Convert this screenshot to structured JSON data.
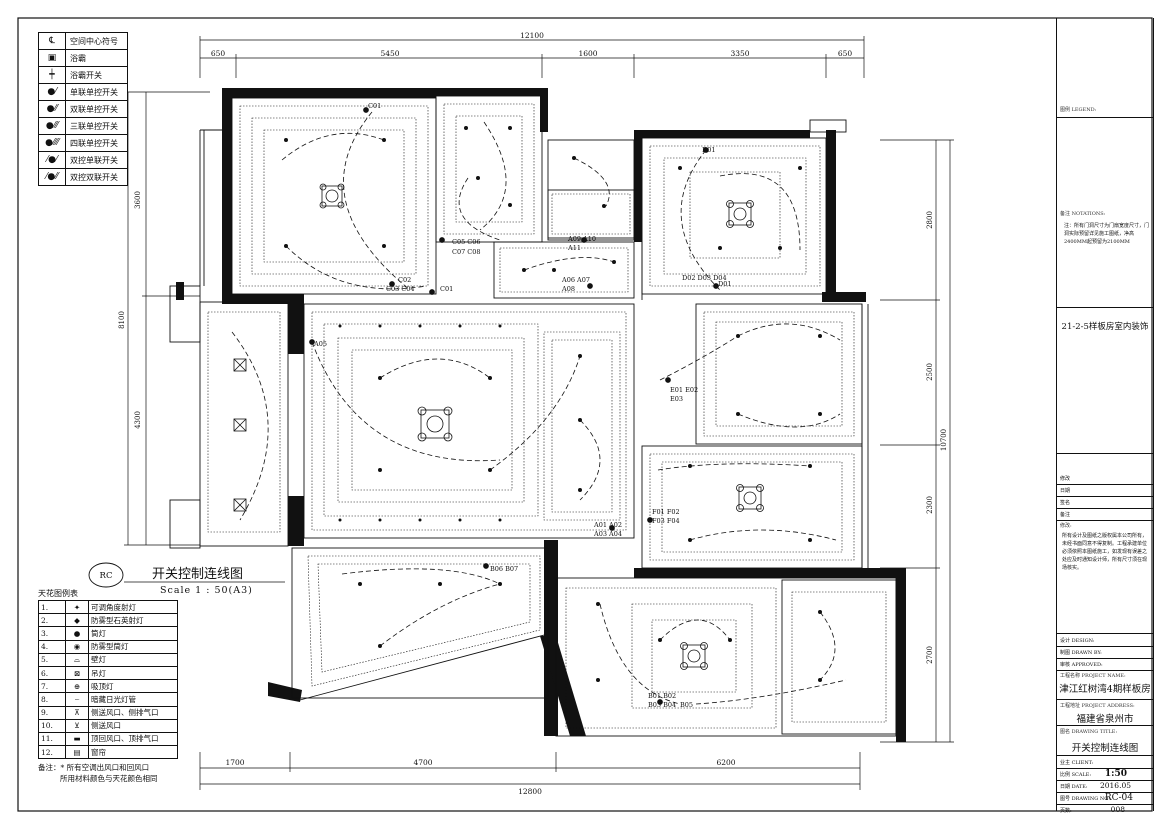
{
  "legend": [
    {
      "icon": "centerline-symbol-icon",
      "glyph": "℄",
      "label": "空间中心符号"
    },
    {
      "icon": "bath-heater-icon",
      "glyph": "▣",
      "label": "浴霸"
    },
    {
      "icon": "bath-switch-icon",
      "glyph": "┿",
      "label": "浴霸开关"
    },
    {
      "icon": "single-switch-icon",
      "glyph": "●⁄",
      "label": "单联单控开关"
    },
    {
      "icon": "double-switch-icon",
      "glyph": "●⁄⁄",
      "label": "双联单控开关"
    },
    {
      "icon": "triple-switch-icon",
      "glyph": "●⁄⁄⁄",
      "label": "三联单控开关"
    },
    {
      "icon": "quad-switch-icon",
      "glyph": "●⁄⁄⁄⁄",
      "label": "四联单控开关"
    },
    {
      "icon": "dual-control-single-icon",
      "glyph": "⁄●⁄",
      "label": "双控单联开关"
    },
    {
      "icon": "dual-control-double-icon",
      "glyph": "⁄●⁄⁄",
      "label": "双控双联开关"
    }
  ],
  "ceiling_legend": {
    "title": "天花图例表",
    "items": [
      {
        "no": "1.",
        "glyph": "✦",
        "label": "可调角度射灯"
      },
      {
        "no": "2.",
        "glyph": "◆",
        "label": "防雾型石英射灯"
      },
      {
        "no": "3.",
        "glyph": "●",
        "label": "筒灯"
      },
      {
        "no": "4.",
        "glyph": "◉",
        "label": "防雾型筒灯"
      },
      {
        "no": "5.",
        "glyph": "⌓",
        "label": "壁灯"
      },
      {
        "no": "6.",
        "glyph": "⊠",
        "label": "吊灯"
      },
      {
        "no": "7.",
        "glyph": "⊕",
        "label": "吸顶灯"
      },
      {
        "no": "8.",
        "glyph": "┈",
        "label": "暗藏日光灯管"
      },
      {
        "no": "9.",
        "glyph": "⊼",
        "label": "侧送风口、侧排气口"
      },
      {
        "no": "10.",
        "glyph": "⊻",
        "label": "侧送风口"
      },
      {
        "no": "11.",
        "glyph": "▬",
        "label": "顶回风口、顶排气口"
      },
      {
        "no": "12.",
        "glyph": "▤",
        "label": "窗帘"
      }
    ],
    "note1": "备注：* 所有空调出风口和回风口",
    "note2": "所用材料颜色与天花颜色相同"
  },
  "drawing": {
    "badge": "RC",
    "title": "开关控制连线图",
    "scale": "Scale 1 : 50(A3)"
  },
  "dims": {
    "top_total": "12100",
    "top_segments": [
      "650",
      "5450",
      "1600",
      "3350",
      "650"
    ],
    "bottom_total": "12800",
    "bottom_segments": [
      "1700",
      "4700",
      "6200"
    ],
    "left_total": "8100",
    "left_segments": [
      "3600",
      "4300"
    ],
    "right_total": "10700",
    "right_segments": [
      "2800",
      "2500",
      "2300",
      "2700"
    ]
  },
  "room_labels": [
    "C01",
    "C02",
    "C03 C04",
    "C01",
    "C05 C06",
    "C07 C08",
    "A09 A10",
    "A11",
    "A06 A07",
    "A08",
    "D01",
    "D02 D03 D04",
    "D01",
    "A05",
    "E01 E02",
    "E03",
    "F01 F02",
    "F03 F04",
    "A01 A02",
    "A03 A04",
    "B06 B07",
    "B01 B02",
    "B03 B04",
    "B05"
  ],
  "title_block": {
    "legend_cap": "图例 LEGEND:",
    "notes_cap": "备注 NOTATIONS:",
    "notes_text": "注：所有门洞尺寸为门扇宽度尺寸，门洞实际预留详见施工图纸，净高2400MM起预留为2100MM",
    "project_main": "21-2-5样板房室内装饰",
    "revisions": [
      "修改",
      "日期",
      "签名",
      "备注"
    ],
    "rev_cap": "修改:",
    "disclaimer": "所有设计及图纸之版权属本公司所有，未经书面同意不得复制。工程承建单位必须依照本图纸施工，如发现有误差之处应及时通知设计师，所有尺寸须在现场核实。",
    "design_cap": "设计 DESIGN:",
    "drawn_cap": "制图 DRAWN BY:",
    "check_cap": "审核 APPROVED:",
    "project_cap": "工程名称 PROJECT NAME:",
    "project_name": "津江红树湾4期样板房",
    "address_cap": "工程地址 PROJECT ADDRESS:",
    "address": "福建省泉州市",
    "drawing_title_cap": "图名 DRAWING TITLE:",
    "drawing_title": "开关控制连线图",
    "client_cap": "业主 CLIENT:",
    "scale_cap": "比例 SCALE:",
    "scale": "1:50",
    "date_cap": "日期 DATE:",
    "date": "2016.05",
    "no_cap": "图号 DRAWING NO:",
    "drawing_no": "RC-04",
    "page_cap": "页数:",
    "page": "008"
  }
}
